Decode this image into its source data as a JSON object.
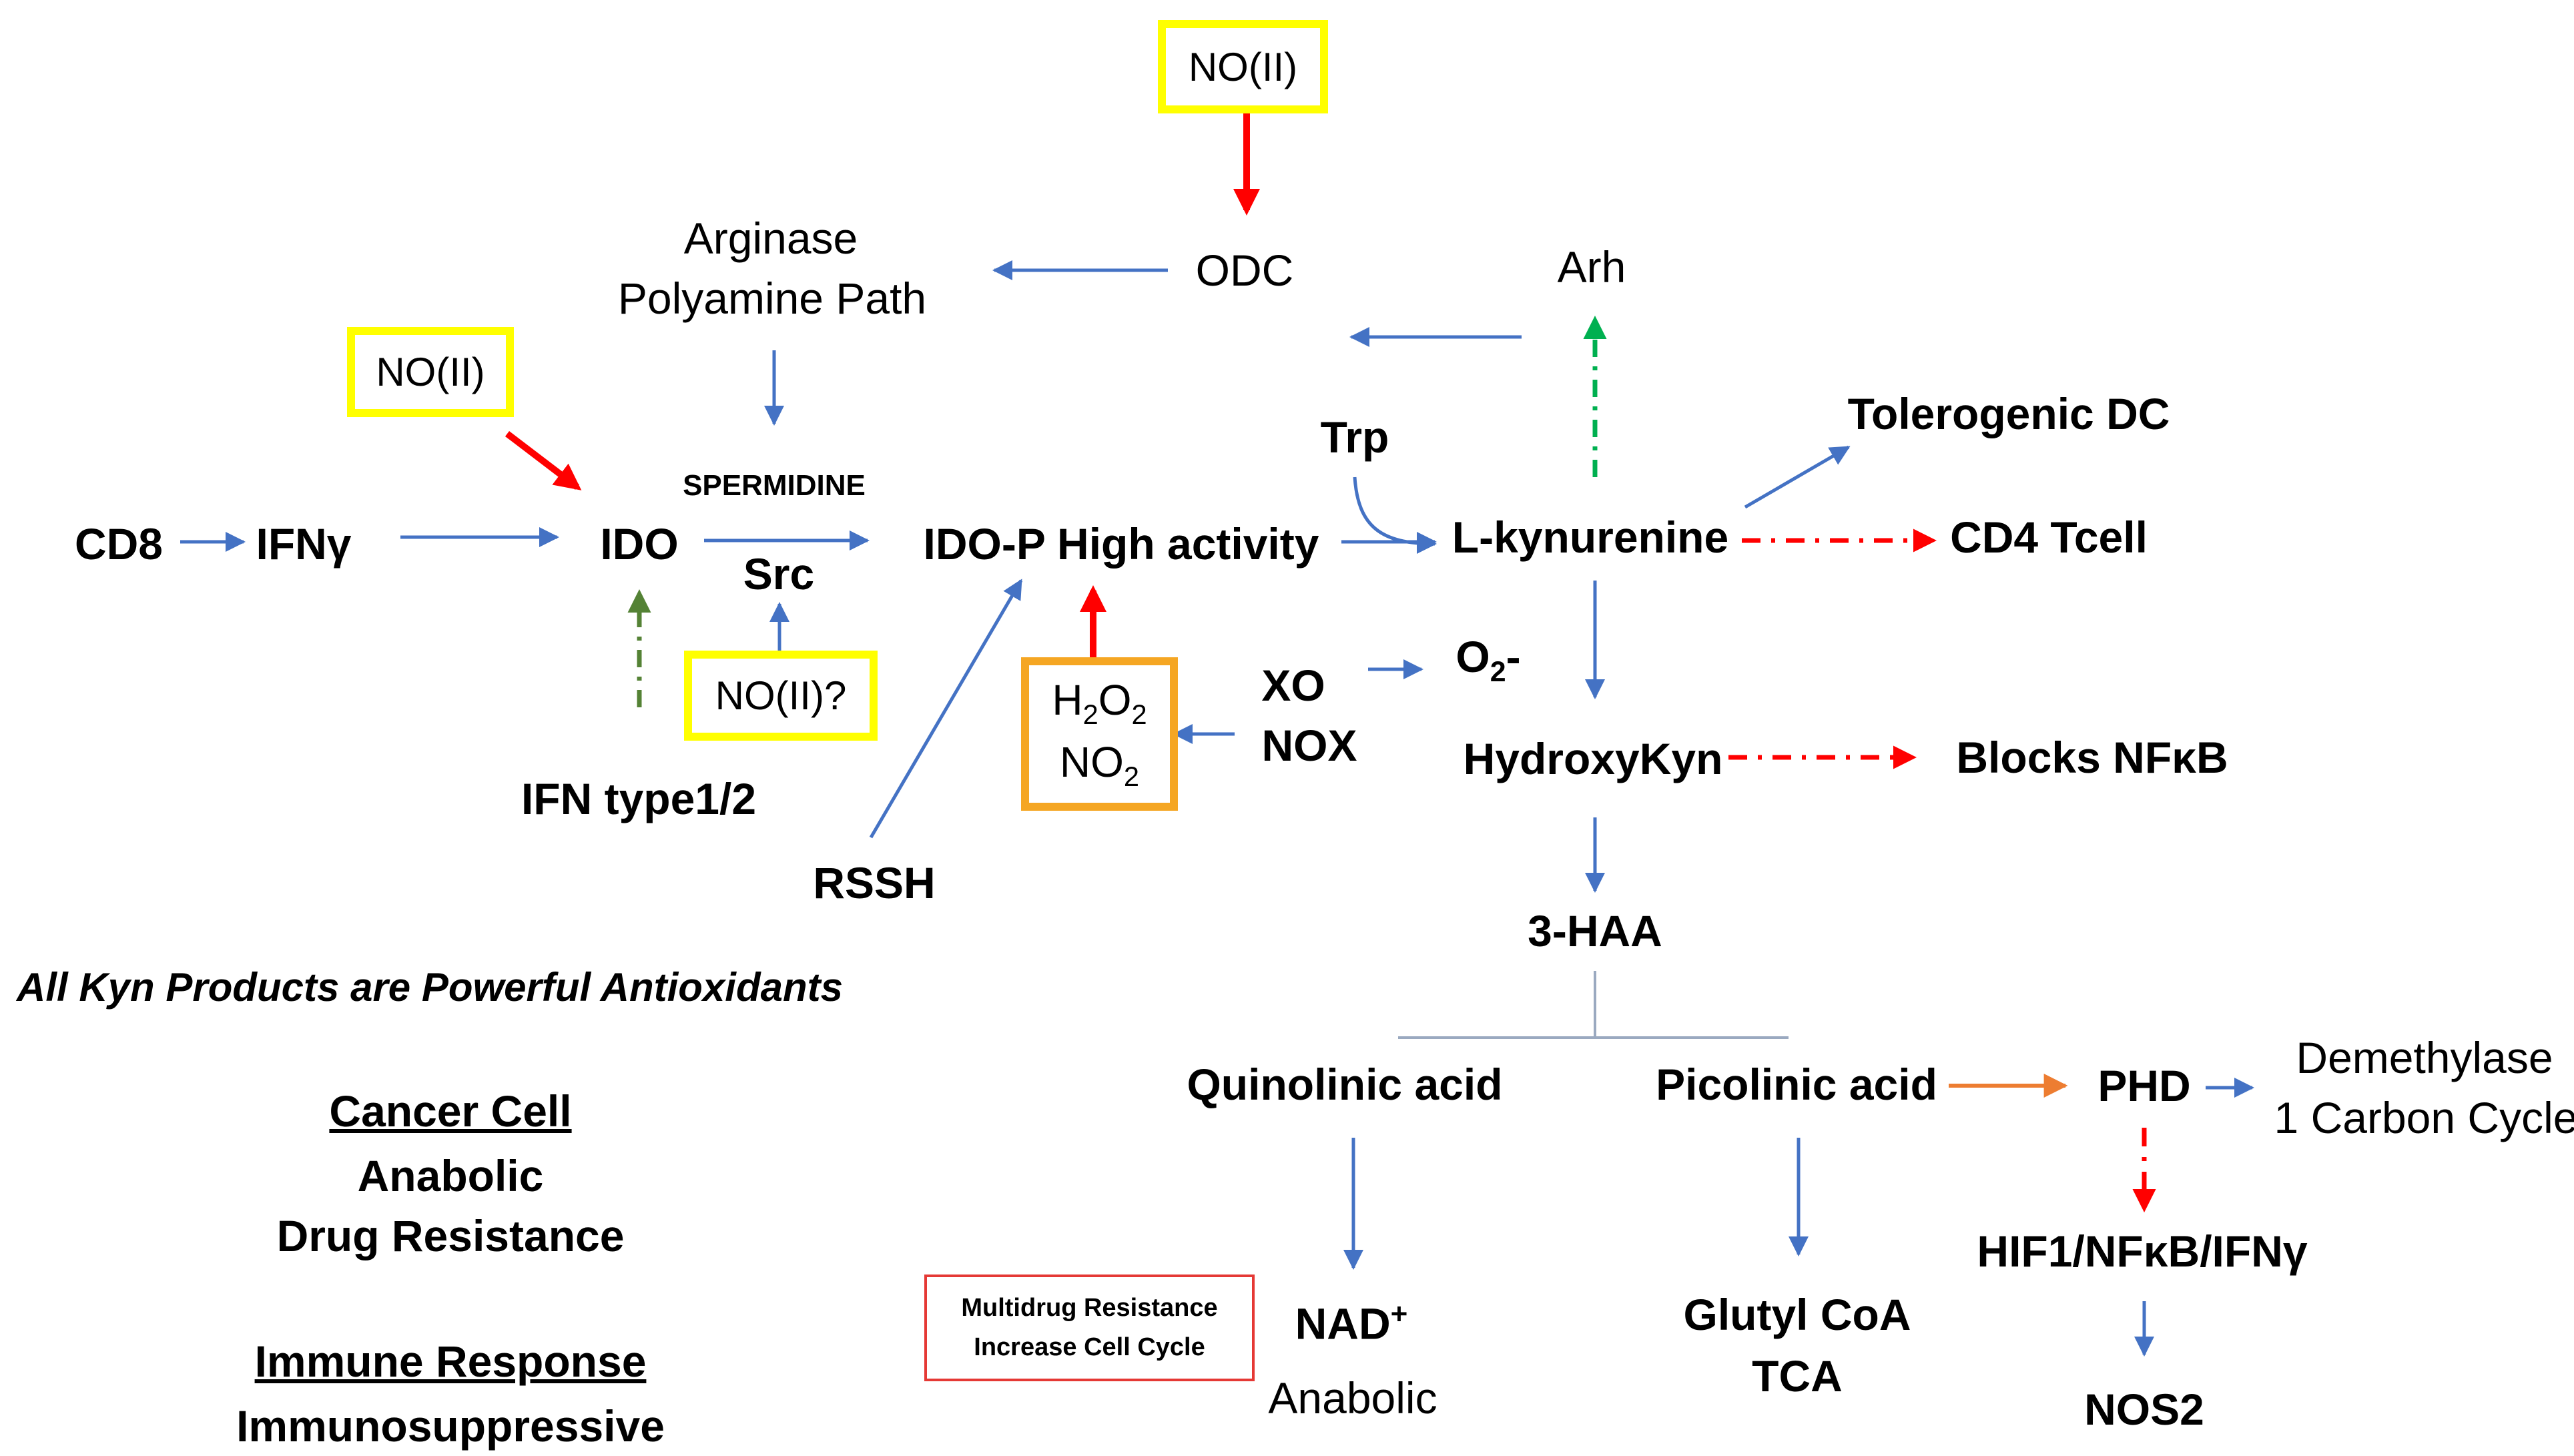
{
  "nodes": {
    "no_top": "NO(II)",
    "no_left": "NO(II)",
    "no_question": "NO(II)?",
    "odc": "ODC",
    "arginase_line1": "Arginase",
    "arginase_line2": "Polyamine Path",
    "arh": "Arh",
    "trp": "Trp",
    "tolerogenic_dc": "Tolerogenic DC",
    "spermidine": "SPERMIDINE",
    "src": "Src",
    "cd8": "CD8",
    "ifng": "IFNγ",
    "ido": "IDO",
    "ido_p": "IDO-P High activity",
    "l_kynurenine": "L-kynurenine",
    "cd4_tcell": "CD4 Tcell",
    "xo": "XO",
    "nox": "NOX",
    "o2_main": "O",
    "o2_sub": "2",
    "o2_charge": "-",
    "h2o2_h": "H",
    "h2o2_sub1": "2",
    "h2o2_o": "O",
    "h2o2_sub2": "2",
    "no2_no": "NO",
    "no2_sub": "2",
    "ifn_type": "IFN type1/2",
    "hydroxykyn": "HydroxyKyn",
    "blocks_nfkb": "Blocks NFκB",
    "rssh": "RSSH",
    "three_haa": "3-HAA",
    "quinolinic": "Quinolinic acid",
    "picolinic": "Picolinic acid",
    "phd": "PHD",
    "demethylase_line1": "Demethylase",
    "demethylase_line2": "1 Carbon Cycle",
    "hif1": "HIF1/NFκB/IFNγ",
    "nad_main": "NAD",
    "nad_sup": "+",
    "anabolic_right": "Anabolic",
    "multidrug_line1": "Multidrug Resistance",
    "multidrug_line2": "Increase Cell Cycle",
    "glutyl_line1": "Glutyl CoA",
    "glutyl_line2": "TCA",
    "nos2": "NOS2"
  },
  "notes": {
    "antioxidants": "All Kyn Products are Powerful Antioxidants",
    "cancer_cell": "Cancer Cell",
    "anabolic": "Anabolic",
    "drug_resistance": "Drug Resistance",
    "immune_response": "Immune Response",
    "immunosuppressive": "Immunosuppressive"
  },
  "colors": {
    "blue_arrow": "#4472c4",
    "red_arrow": "#ff0000",
    "green_arrow": "#00b050",
    "dark_green_arrow": "#548235",
    "orange_arrow": "#ed7d31",
    "yellow_box": "#ffff00",
    "orange_box": "#f5a623",
    "red_box": "#e53935"
  }
}
